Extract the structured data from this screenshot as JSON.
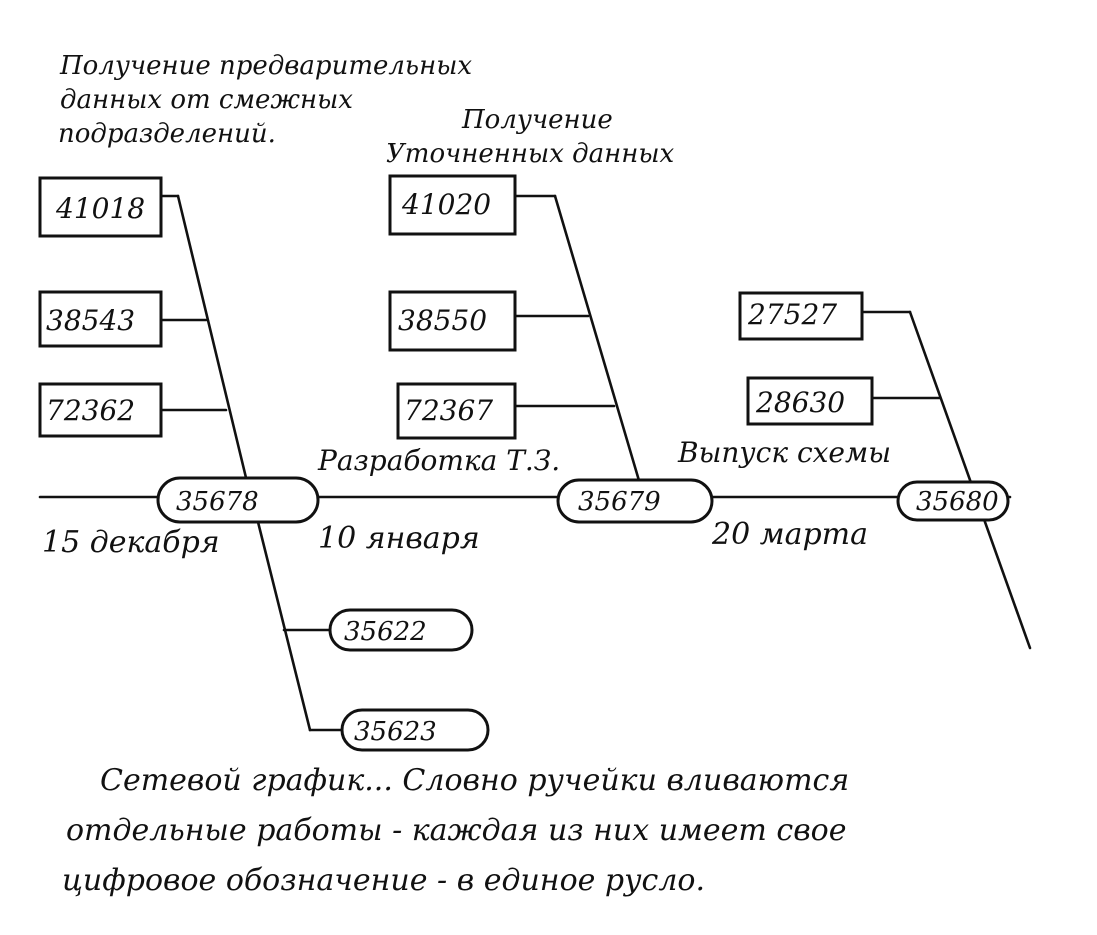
{
  "annotations": {
    "top_left_label": [
      "Получение предварительных",
      "данных от смежных",
      "подразделений."
    ],
    "top_mid_label": [
      "Получение",
      "Уточненных данных"
    ],
    "stage1_label": "Разработка Т.З.",
    "stage2_label": "Выпуск схемы"
  },
  "dates": {
    "d1": "15 декабря",
    "d2": "10 января",
    "d3": "20 марта"
  },
  "input_boxes": {
    "group1": [
      "41018",
      "38543",
      "72362"
    ],
    "group2": [
      "41020",
      "38550",
      "72367"
    ],
    "group3": [
      "27527",
      "28630"
    ]
  },
  "milestones": {
    "m1": "35678",
    "m2": "35679",
    "m3": "35680"
  },
  "branch_nodes": [
    "35622",
    "35623"
  ],
  "caption": [
    "Сетевой график... Словно ручейки вливаются",
    "отдельные работы - каждая из них имеет свое",
    "цифровое обозначение - в единое русло."
  ]
}
